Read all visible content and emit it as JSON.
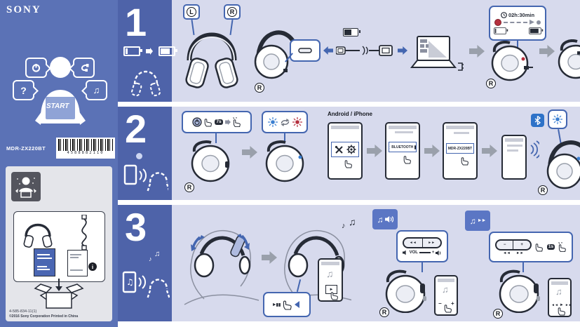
{
  "labels": {
    "left": "L",
    "right": "R"
  },
  "sidebar": {
    "brand": "SONY",
    "model": "MDR-ZX220BT",
    "start": "START",
    "barcode_digits": "4588882110",
    "footer_line1": "4-585-834-11(1)",
    "footer_line2": "©2016 Sony Corporation  Printed in China"
  },
  "icons": {
    "question": "?",
    "music_note": "♪",
    "music_notes": "♫",
    "info": "i",
    "play": "►",
    "pause": "▮▮",
    "prev": "◄◄",
    "next": "►►",
    "plus": "+",
    "minus": "−"
  },
  "sections": {
    "one": {
      "num": "1",
      "charge_time": "02h:30min"
    },
    "two": {
      "num": "2",
      "hold": "7s",
      "platform": "Android / iPhone",
      "bluetooth_row": "BLUETOOTH",
      "device_row": "MDR-ZX220BT"
    },
    "three": {
      "num": "3",
      "vol": "VOL",
      "hold": "1s"
    }
  },
  "colors": {
    "sidebar": "#5b72b6",
    "number_column": "#4e63a9",
    "panel": "#d7daed",
    "accent": "#4466b0",
    "badge_blue": "#5b76c4",
    "bluetooth_blue": "#2e72c8",
    "led_red": "#b5303e",
    "led_blue": "#3b7fd1",
    "arrow_gray": "#9aa0ab"
  }
}
